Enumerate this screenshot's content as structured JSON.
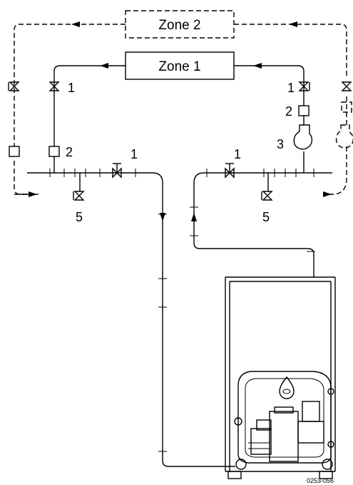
{
  "zones": {
    "zone1": "Zone 1",
    "zone2": "Zone 2"
  },
  "callouts": {
    "valve_left_branch": "1",
    "valve_supply": "1",
    "valve_return": "1",
    "valve_right_branch": "1",
    "device_left": "2",
    "device_right": "2",
    "pump": "3",
    "drain_left": "5",
    "drain_right": "5"
  },
  "figure_id": "0253-056"
}
